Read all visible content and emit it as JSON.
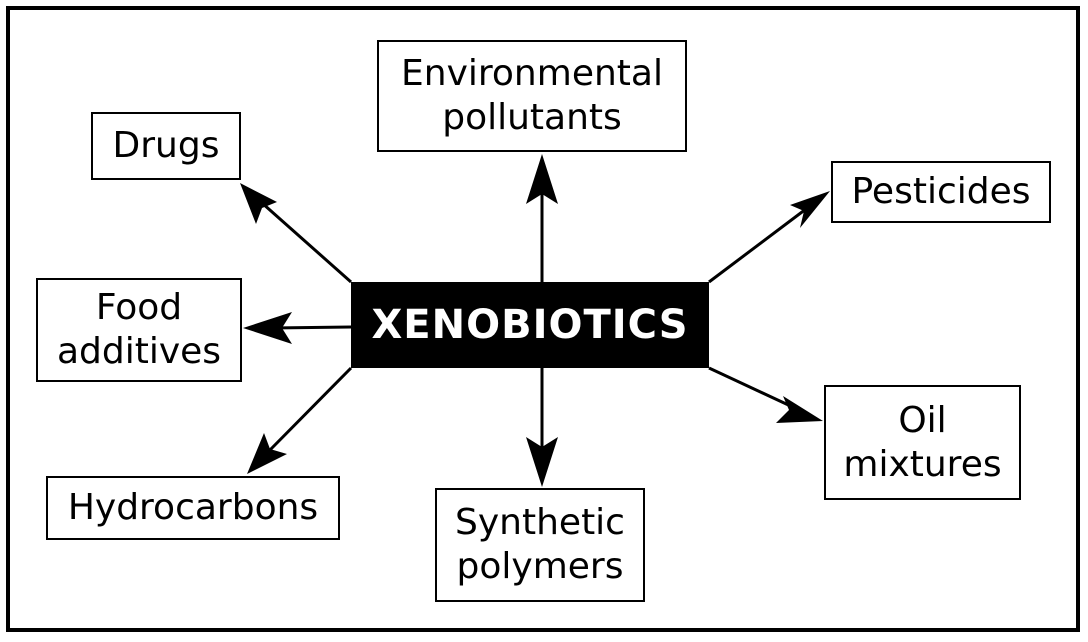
{
  "center": {
    "label": "XENOBIOTICS"
  },
  "nodes": [
    {
      "id": "env",
      "label": "Environmental\npollutants"
    },
    {
      "id": "drugs",
      "label": "Drugs"
    },
    {
      "id": "pest",
      "label": "Pesticides"
    },
    {
      "id": "food",
      "label": "Food\nadditives"
    },
    {
      "id": "hydro",
      "label": "Hydrocarbons"
    },
    {
      "id": "synth",
      "label": "Synthetic\npolymers"
    },
    {
      "id": "oil",
      "label": "Oil\nmixtures"
    }
  ],
  "colors": {
    "center_bg": "#000000",
    "center_text": "#ffffff",
    "stroke": "#000000",
    "background": "#ffffff"
  },
  "arrows": [
    {
      "from": "center",
      "to": "env"
    },
    {
      "from": "center",
      "to": "drugs"
    },
    {
      "from": "center",
      "to": "pest"
    },
    {
      "from": "center",
      "to": "food"
    },
    {
      "from": "center",
      "to": "hydro"
    },
    {
      "from": "center",
      "to": "synth"
    },
    {
      "from": "center",
      "to": "oil"
    }
  ]
}
